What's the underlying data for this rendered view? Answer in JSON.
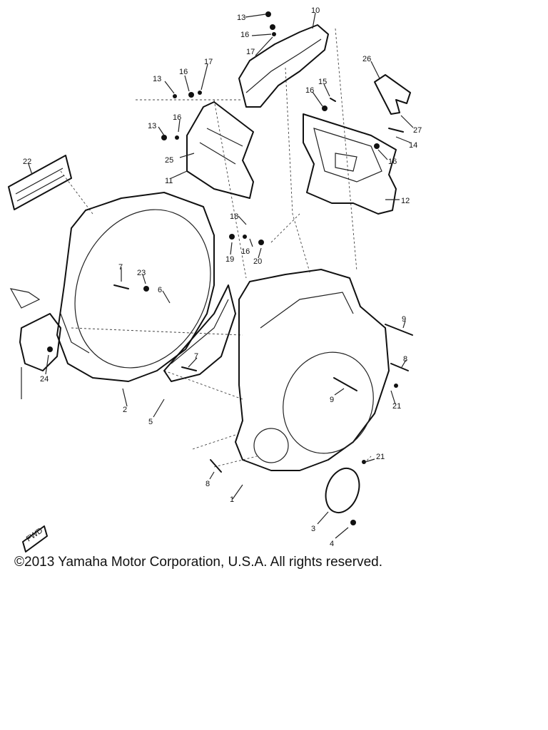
{
  "diagram": {
    "callouts": [
      {
        "id": "c1",
        "label": "1"
      },
      {
        "id": "c2",
        "label": "2"
      },
      {
        "id": "c3",
        "label": "3"
      },
      {
        "id": "c4",
        "label": "4"
      },
      {
        "id": "c5",
        "label": "5"
      },
      {
        "id": "c6",
        "label": "6"
      },
      {
        "id": "c7a",
        "label": "7"
      },
      {
        "id": "c7b",
        "label": "7"
      },
      {
        "id": "c8a",
        "label": "8"
      },
      {
        "id": "c8b",
        "label": "8"
      },
      {
        "id": "c9a",
        "label": "9"
      },
      {
        "id": "c9b",
        "label": "9"
      },
      {
        "id": "c10",
        "label": "10"
      },
      {
        "id": "c11",
        "label": "11"
      },
      {
        "id": "c12",
        "label": "12"
      },
      {
        "id": "c13a",
        "label": "13"
      },
      {
        "id": "c13b",
        "label": "13"
      },
      {
        "id": "c13c",
        "label": "13"
      },
      {
        "id": "c14",
        "label": "14"
      },
      {
        "id": "c15",
        "label": "15"
      },
      {
        "id": "c16a",
        "label": "16"
      },
      {
        "id": "c16b",
        "label": "16"
      },
      {
        "id": "c16c",
        "label": "16"
      },
      {
        "id": "c16d",
        "label": "16"
      },
      {
        "id": "c16e",
        "label": "16"
      },
      {
        "id": "c16f",
        "label": "16"
      },
      {
        "id": "c17a",
        "label": "17"
      },
      {
        "id": "c17b",
        "label": "17"
      },
      {
        "id": "c18",
        "label": "18"
      },
      {
        "id": "c19",
        "label": "19"
      },
      {
        "id": "c20",
        "label": "20"
      },
      {
        "id": "c21a",
        "label": "21"
      },
      {
        "id": "c21b",
        "label": "21"
      },
      {
        "id": "c22",
        "label": "22"
      },
      {
        "id": "c23",
        "label": "23"
      },
      {
        "id": "c24",
        "label": "24"
      },
      {
        "id": "c25",
        "label": "25"
      },
      {
        "id": "c26",
        "label": "26"
      },
      {
        "id": "c27",
        "label": "27"
      }
    ],
    "fwd_marker": "FWD"
  },
  "footer": {
    "copyright": "©2013 Yamaha Motor Corporation, U.S.A. All rights reserved."
  }
}
